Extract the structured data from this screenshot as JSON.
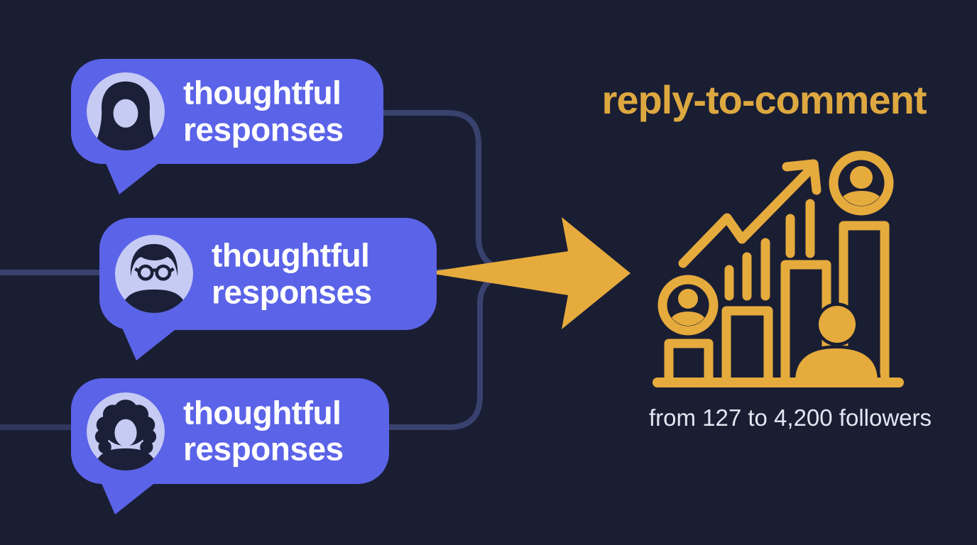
{
  "diagram": {
    "bubbles": [
      {
        "line1": "thoughtful",
        "line2": "responses",
        "avatar": "woman-bob"
      },
      {
        "line1": "thoughtful",
        "line2": "responses",
        "avatar": "man-glasses"
      },
      {
        "line1": "thoughtful",
        "line2": "responses",
        "avatar": "woman-curly"
      }
    ],
    "result": {
      "title": "reply-to-comment",
      "caption": "from 127 to 4,200 followers",
      "icon": "growth-bar-chart-with-people-icon"
    },
    "colors": {
      "background": "#1a1e33",
      "bubble": "#5b63e8",
      "bubble_text": "#ffffff",
      "avatar_bg": "#c6cbf4",
      "avatar_silhouette": "#1b2038",
      "gold": "#e6ab3d",
      "title_gold": "#dda840",
      "caption_text": "#e3e6f2",
      "connector": "#39426e"
    }
  }
}
